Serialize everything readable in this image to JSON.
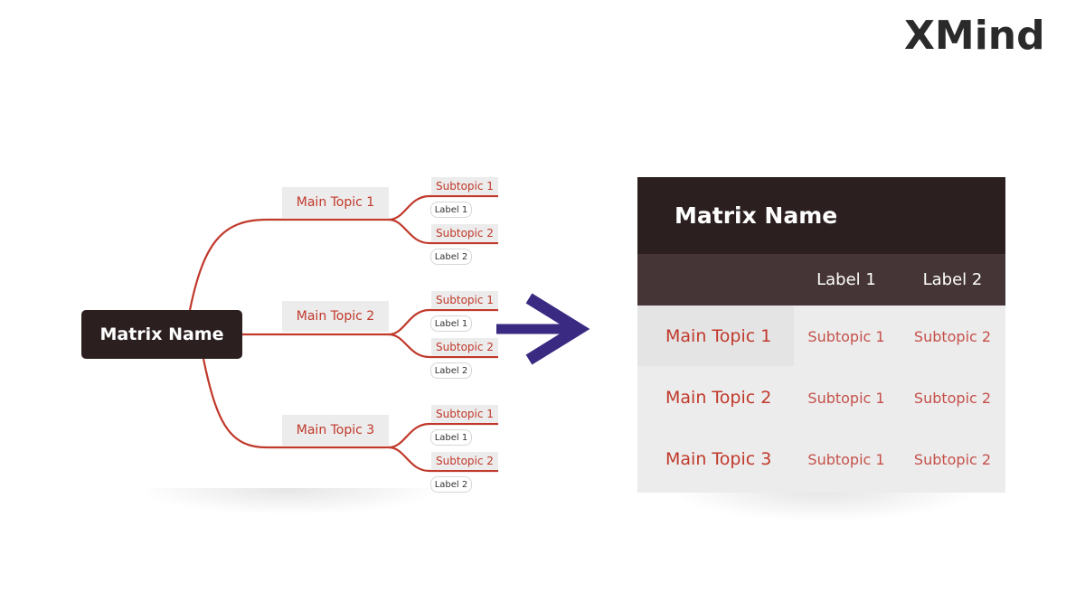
{
  "brand": {
    "logo_text": "XMind"
  },
  "mind_map": {
    "root": "Matrix Name",
    "topics": [
      {
        "label": "Main Topic 1",
        "subtopics": [
          "Subtopic 1",
          "Subtopic 2"
        ],
        "labels": [
          "Label 1",
          "Label 2"
        ]
      },
      {
        "label": "Main Topic 2",
        "subtopics": [
          "Subtopic 1",
          "Subtopic 2"
        ],
        "labels": [
          "Label 1",
          "Label 2"
        ]
      },
      {
        "label": "Main Topic 3",
        "subtopics": [
          "Subtopic 1",
          "Subtopic 2"
        ],
        "labels": [
          "Label 1",
          "Label 2"
        ]
      }
    ]
  },
  "matrix": {
    "title": "Matrix Name",
    "columns": [
      "Label 1",
      "Label 2"
    ],
    "rows": [
      {
        "topic": "Main Topic 1",
        "cells": [
          "Subtopic 1",
          "Subtopic 2"
        ]
      },
      {
        "topic": "Main Topic 2",
        "cells": [
          "Subtopic 1",
          "Subtopic 2"
        ]
      },
      {
        "topic": "Main Topic 3",
        "cells": [
          "Subtopic 1",
          "Subtopic 2"
        ]
      }
    ]
  },
  "colors": {
    "branch_line": "#c0392b",
    "root_fill": "#2b1f20",
    "arrow": "#3a2a82",
    "topic_text": "#c0392b"
  }
}
